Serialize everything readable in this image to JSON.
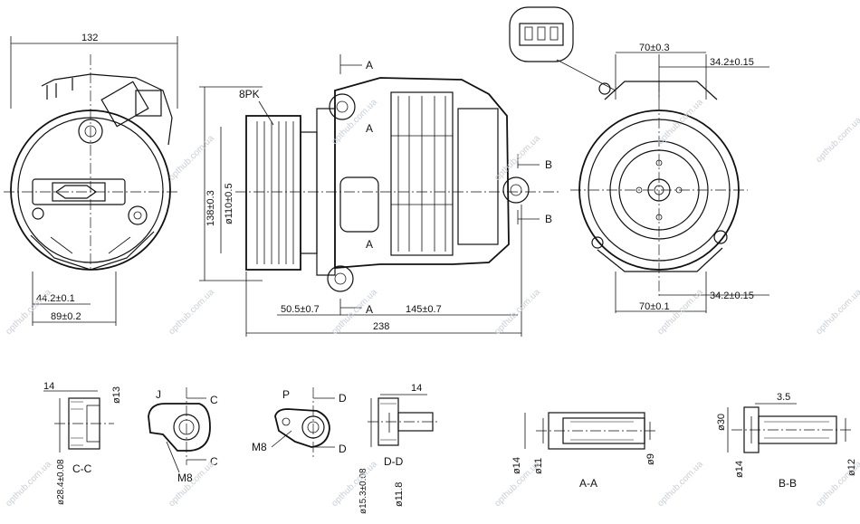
{
  "dimensions": {
    "left_width": "132",
    "left_offset": "44.2±0.1",
    "left_bottom": "89±0.2",
    "belt": "8PK",
    "height_138": "138±0.3",
    "pulley_dia": "ø110±0.5",
    "dist_50": "50.5±0.7",
    "dist_145": "145±0.7",
    "overall_len": "238",
    "right_top_70": "70±0.3",
    "right_top_34": "34.2±0.15",
    "right_bot_70": "70±0.1",
    "right_bot_34": "34.2±0.15",
    "cc_14": "14",
    "cc_13": "ø13",
    "cc_dia": "ø28.4±0.08",
    "m8_j": "M8",
    "m8_p": "M8",
    "dd_14": "14",
    "dd_153": "ø15.3±0.08",
    "dd_118": "ø11.8",
    "aa_14": "ø14",
    "aa_11": "ø11",
    "aa_9": "ø9",
    "bb_35": "3.5",
    "bb_30": "ø30",
    "bb_14": "ø14",
    "bb_12": "ø12"
  },
  "section_labels": {
    "a": "A",
    "b": "B",
    "c": "C",
    "d": "D",
    "j": "J",
    "p": "P",
    "cc": "C-C",
    "dd": "D-D",
    "aa": "A-A",
    "bb": "B-B"
  },
  "watermark": "opthub.com.ua"
}
